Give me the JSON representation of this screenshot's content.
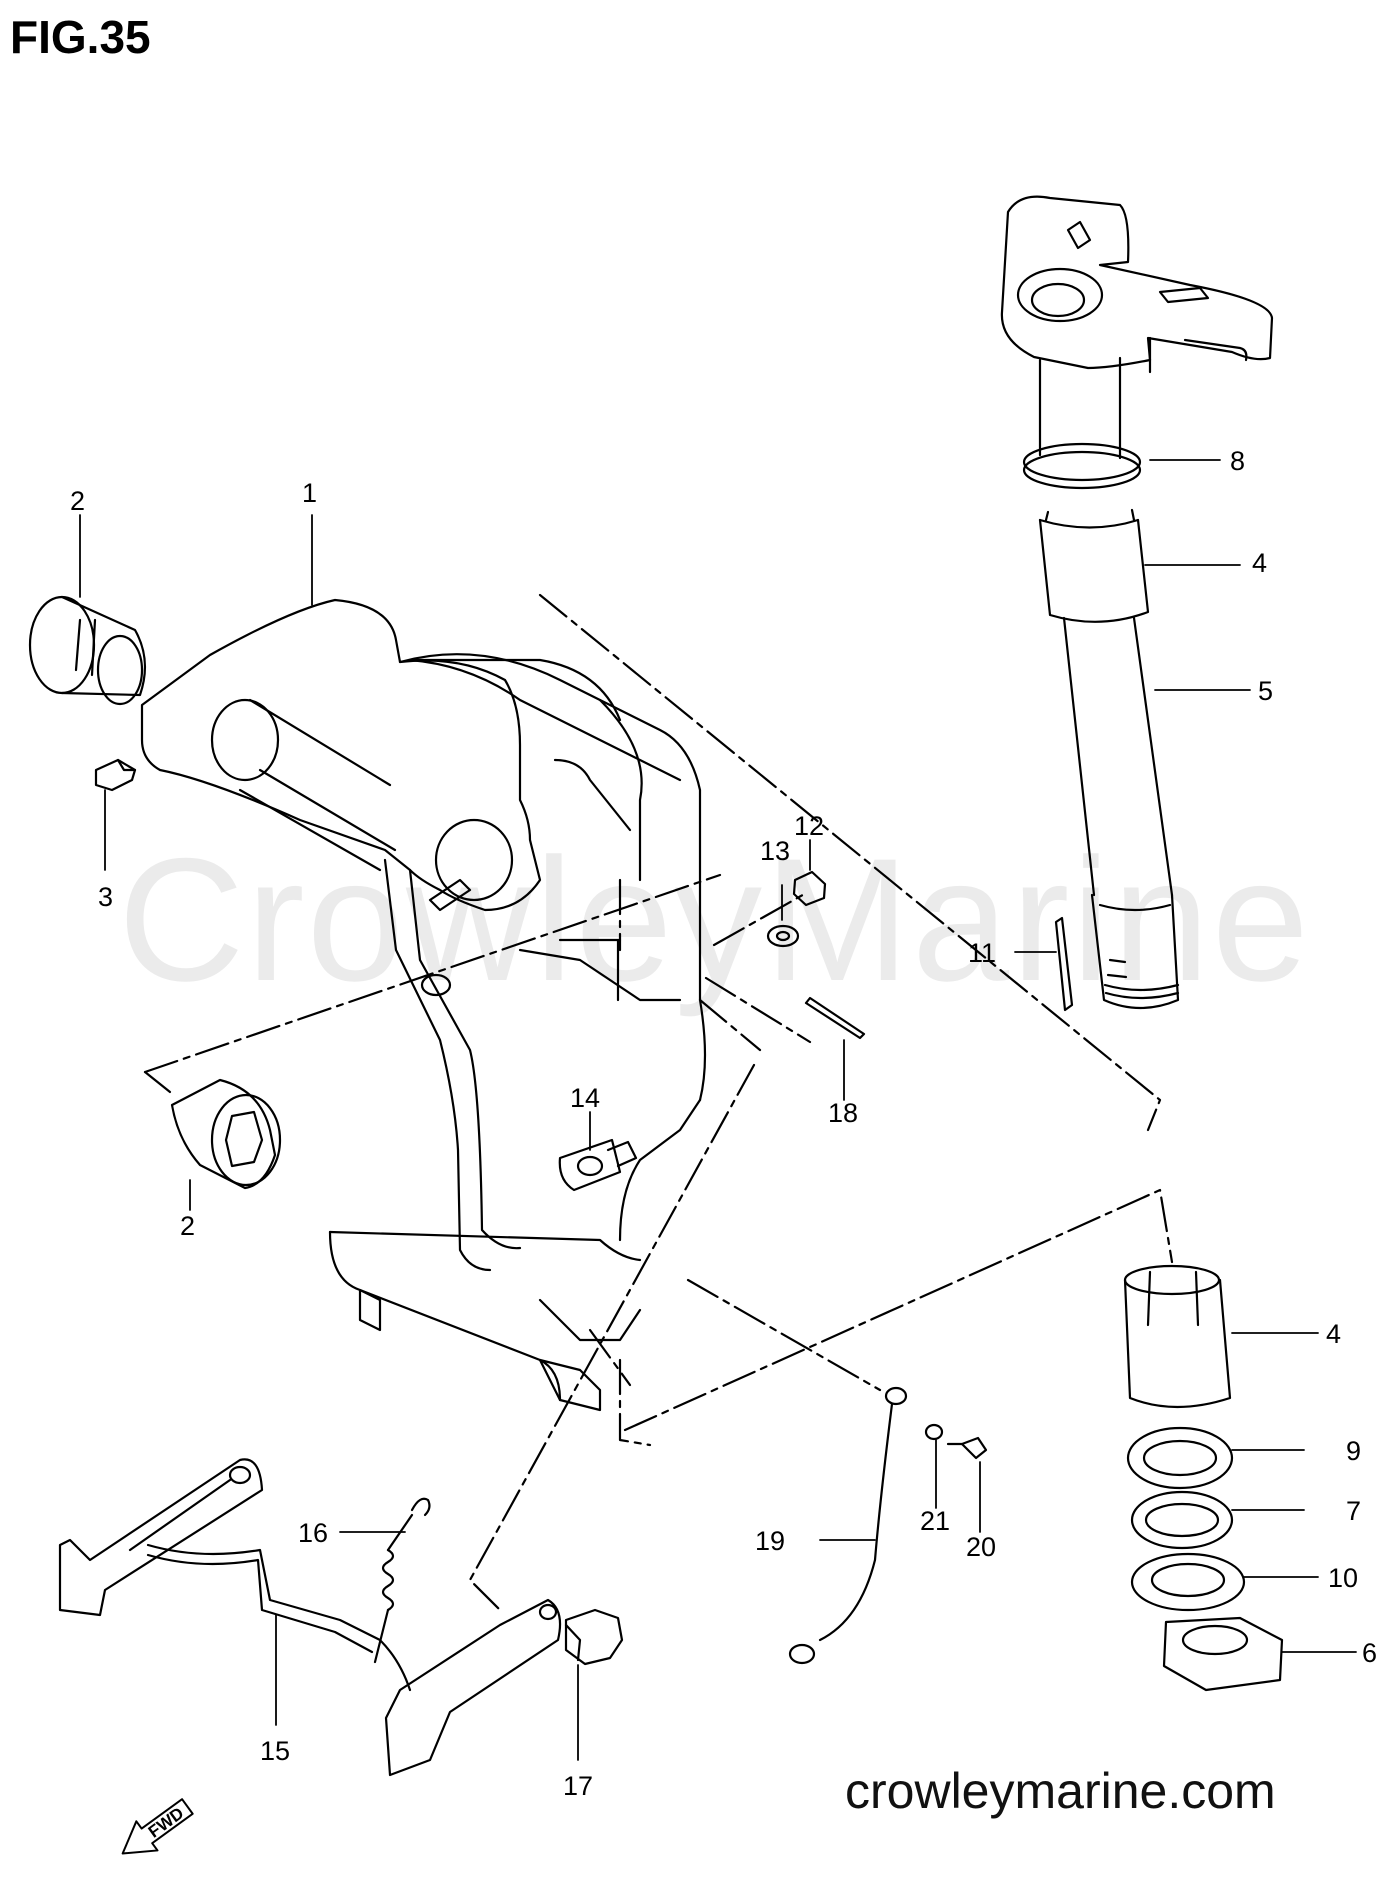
{
  "figure": {
    "title": "FIG.35"
  },
  "watermark": "CrowleyMarine",
  "footer": {
    "website": "crowleymarine.com"
  },
  "direction_arrow": {
    "label": "FWD",
    "icon": "fwd-arrow-icon"
  },
  "callouts": [
    {
      "id": "c1",
      "text": "1"
    },
    {
      "id": "c2a",
      "text": "2"
    },
    {
      "id": "c2b",
      "text": "2"
    },
    {
      "id": "c3",
      "text": "3"
    },
    {
      "id": "c4a",
      "text": "4"
    },
    {
      "id": "c4b",
      "text": "4"
    },
    {
      "id": "c5",
      "text": "5"
    },
    {
      "id": "c6",
      "text": "6"
    },
    {
      "id": "c7",
      "text": "7"
    },
    {
      "id": "c8",
      "text": "8"
    },
    {
      "id": "c9",
      "text": "9"
    },
    {
      "id": "c10",
      "text": "10"
    },
    {
      "id": "c11",
      "text": "11"
    },
    {
      "id": "c12",
      "text": "12"
    },
    {
      "id": "c13",
      "text": "13"
    },
    {
      "id": "c14",
      "text": "14"
    },
    {
      "id": "c15",
      "text": "15"
    },
    {
      "id": "c16",
      "text": "16"
    },
    {
      "id": "c17",
      "text": "17"
    },
    {
      "id": "c18",
      "text": "18"
    },
    {
      "id": "c19",
      "text": "19"
    },
    {
      "id": "c20",
      "text": "20"
    },
    {
      "id": "c21",
      "text": "21"
    }
  ]
}
